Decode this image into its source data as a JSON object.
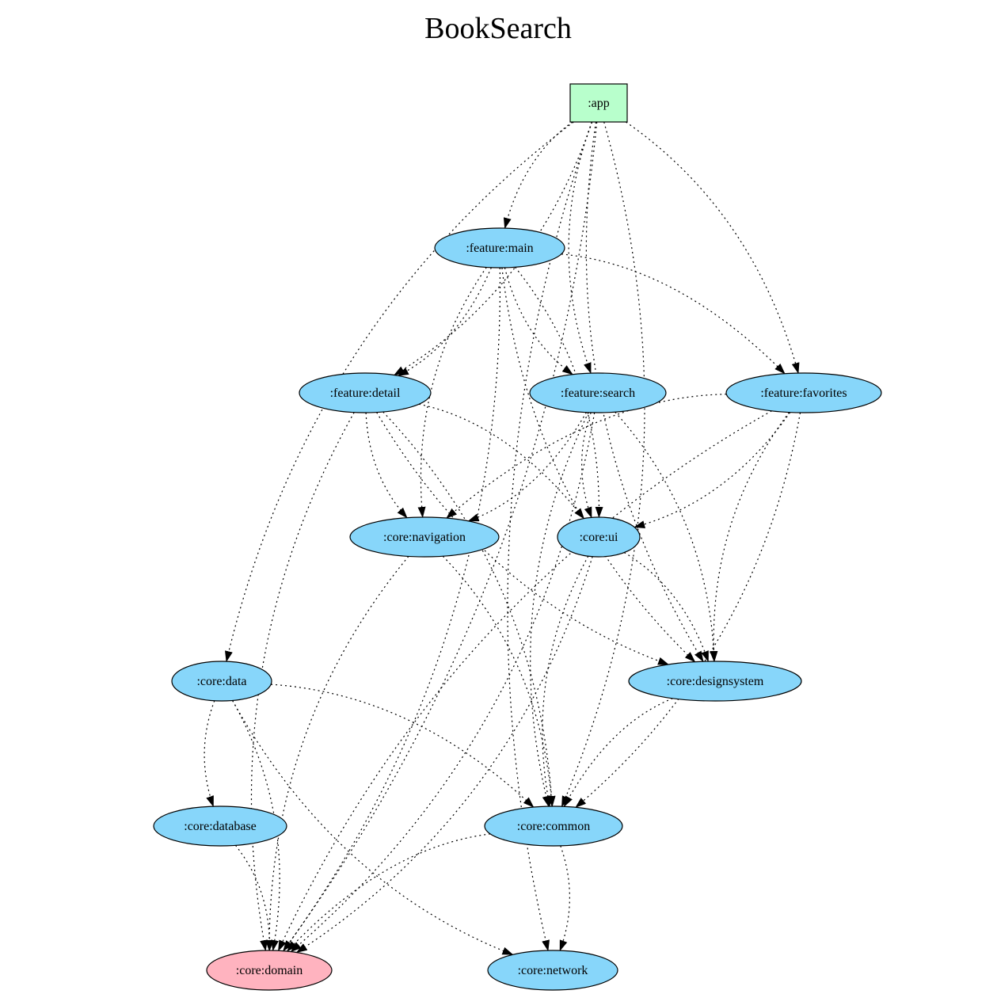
{
  "title": "BookSearch",
  "colors": {
    "app": "#b8ffcc",
    "module": "#87d6fa",
    "domain": "#ffb3bf",
    "edge": "#000000"
  },
  "nodes": [
    {
      "id": "app",
      "label": ":app",
      "kind": "app"
    },
    {
      "id": "feature_main",
      "label": ":feature:main",
      "kind": "module"
    },
    {
      "id": "feature_detail",
      "label": ":feature:detail",
      "kind": "module"
    },
    {
      "id": "feature_search",
      "label": ":feature:search",
      "kind": "module"
    },
    {
      "id": "feature_favorites",
      "label": ":feature:favorites",
      "kind": "module"
    },
    {
      "id": "core_navigation",
      "label": ":core:navigation",
      "kind": "module"
    },
    {
      "id": "core_ui",
      "label": ":core:ui",
      "kind": "module"
    },
    {
      "id": "core_data",
      "label": ":core:data",
      "kind": "module"
    },
    {
      "id": "core_designsystem",
      "label": ":core:designsystem",
      "kind": "module"
    },
    {
      "id": "core_database",
      "label": ":core:database",
      "kind": "module"
    },
    {
      "id": "core_common",
      "label": ":core:common",
      "kind": "module"
    },
    {
      "id": "core_domain",
      "label": ":core:domain",
      "kind": "domain"
    },
    {
      "id": "core_network",
      "label": ":core:network",
      "kind": "module"
    }
  ],
  "edges": [
    [
      "app",
      "feature_main"
    ],
    [
      "app",
      "feature_detail"
    ],
    [
      "app",
      "feature_search"
    ],
    [
      "app",
      "feature_favorites"
    ],
    [
      "app",
      "core_data"
    ],
    [
      "app",
      "core_common"
    ],
    [
      "app",
      "core_designsystem"
    ],
    [
      "app",
      "core_domain"
    ],
    [
      "app",
      "core_network"
    ],
    [
      "feature_main",
      "feature_detail"
    ],
    [
      "feature_main",
      "feature_search"
    ],
    [
      "feature_main",
      "feature_favorites"
    ],
    [
      "feature_main",
      "core_navigation"
    ],
    [
      "feature_main",
      "core_ui"
    ],
    [
      "feature_main",
      "core_designsystem"
    ],
    [
      "feature_main",
      "core_domain"
    ],
    [
      "feature_detail",
      "core_navigation"
    ],
    [
      "feature_detail",
      "core_ui"
    ],
    [
      "feature_detail",
      "core_designsystem"
    ],
    [
      "feature_detail",
      "core_common"
    ],
    [
      "feature_detail",
      "core_domain"
    ],
    [
      "feature_search",
      "core_navigation"
    ],
    [
      "feature_search",
      "core_ui"
    ],
    [
      "feature_search",
      "core_designsystem"
    ],
    [
      "feature_search",
      "core_common"
    ],
    [
      "feature_search",
      "core_domain"
    ],
    [
      "feature_favorites",
      "core_navigation"
    ],
    [
      "feature_favorites",
      "core_ui"
    ],
    [
      "feature_favorites",
      "core_designsystem"
    ],
    [
      "feature_favorites",
      "core_common"
    ],
    [
      "feature_favorites",
      "core_domain"
    ],
    [
      "core_navigation",
      "core_common"
    ],
    [
      "core_navigation",
      "core_domain"
    ],
    [
      "core_ui",
      "core_designsystem"
    ],
    [
      "core_ui",
      "core_common"
    ],
    [
      "core_ui",
      "core_domain"
    ],
    [
      "core_data",
      "core_database"
    ],
    [
      "core_data",
      "core_common"
    ],
    [
      "core_data",
      "core_network"
    ],
    [
      "core_data",
      "core_domain"
    ],
    [
      "core_designsystem",
      "core_common"
    ],
    [
      "core_database",
      "core_domain"
    ],
    [
      "core_common",
      "core_domain"
    ],
    [
      "core_common",
      "core_network"
    ]
  ]
}
